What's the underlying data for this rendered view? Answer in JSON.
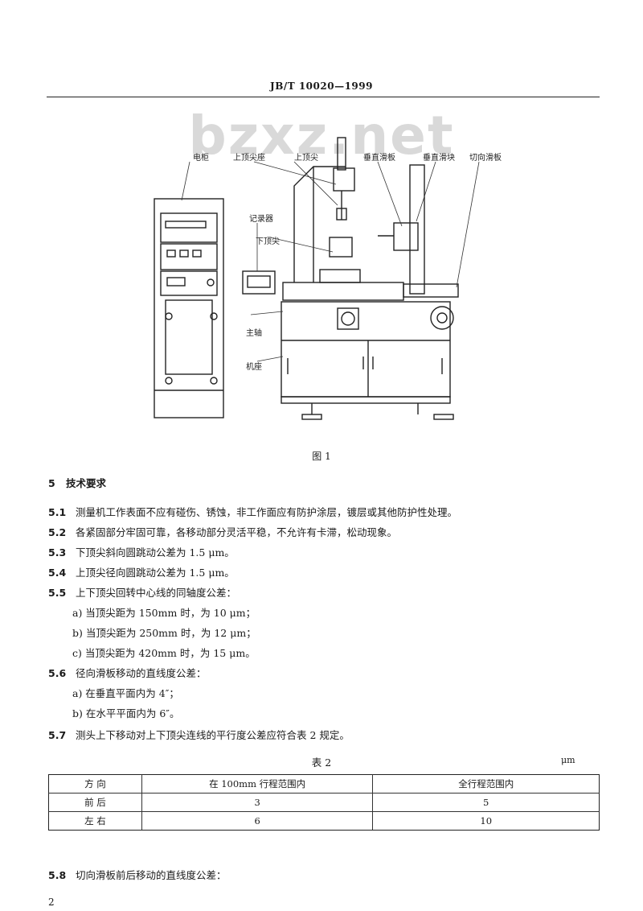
{
  "header": {
    "code": "JB/T  10020—1999"
  },
  "watermark": "bzxz.net",
  "figure": {
    "labels": {
      "cabinet": "电柜",
      "upper_center_seat": "上顶尖座",
      "upper_center": "上顶尖",
      "radial_slide": "垂直滑板",
      "vertical_slide": "垂直滑块",
      "tangential_slide": "切向滑板",
      "recorder": "记录器",
      "lower_center": "下顶尖",
      "spindle": "主轴",
      "base": "机座"
    },
    "caption": "图 1"
  },
  "section": {
    "num": "5",
    "title": "技术要求"
  },
  "paras": [
    {
      "num": "5.1",
      "text": "测量机工作表面不应有碰伤、锈蚀，非工作面应有防护涂层，镀层或其他防护性处理。"
    },
    {
      "num": "5.2",
      "text": "各紧固部分牢固可靠，各移动部分灵活平稳，不允许有卡滞，松动现象。"
    },
    {
      "num": "5.3",
      "text": "下顶尖斜向圆跳动公差为 1.5 μm。"
    },
    {
      "num": "5.4",
      "text": "上顶尖径向圆跳动公差为 1.5 μm。"
    },
    {
      "num": "5.5",
      "text": "上下顶尖回转中心线的同轴度公差："
    }
  ],
  "items_55": [
    "a) 当顶尖距为 150mm 时，为 10 μm；",
    "b) 当顶尖距为 250mm 时，为 12 μm；",
    "c) 当顶尖距为 420mm 时，为 15 μm。"
  ],
  "para_56": {
    "num": "5.6",
    "text": "径向滑板移动的直线度公差："
  },
  "items_56": [
    "a) 在垂直平面内为 4″；",
    "b) 在水平平面内为 6″。"
  ],
  "para_57": {
    "num": "5.7",
    "text": "测头上下移动对上下顶尖连线的平行度公差应符合表 2 规定。"
  },
  "table": {
    "title": "表 2",
    "unit": "μm",
    "headers": [
      "方 向",
      "在 100mm 行程范围内",
      "全行程范围内"
    ],
    "rows": [
      [
        "前 后",
        "3",
        "5"
      ],
      [
        "左 右",
        "6",
        "10"
      ]
    ]
  },
  "para_58": {
    "num": "5.8",
    "text": "切向滑板前后移动的直线度公差："
  },
  "page_number": "2"
}
